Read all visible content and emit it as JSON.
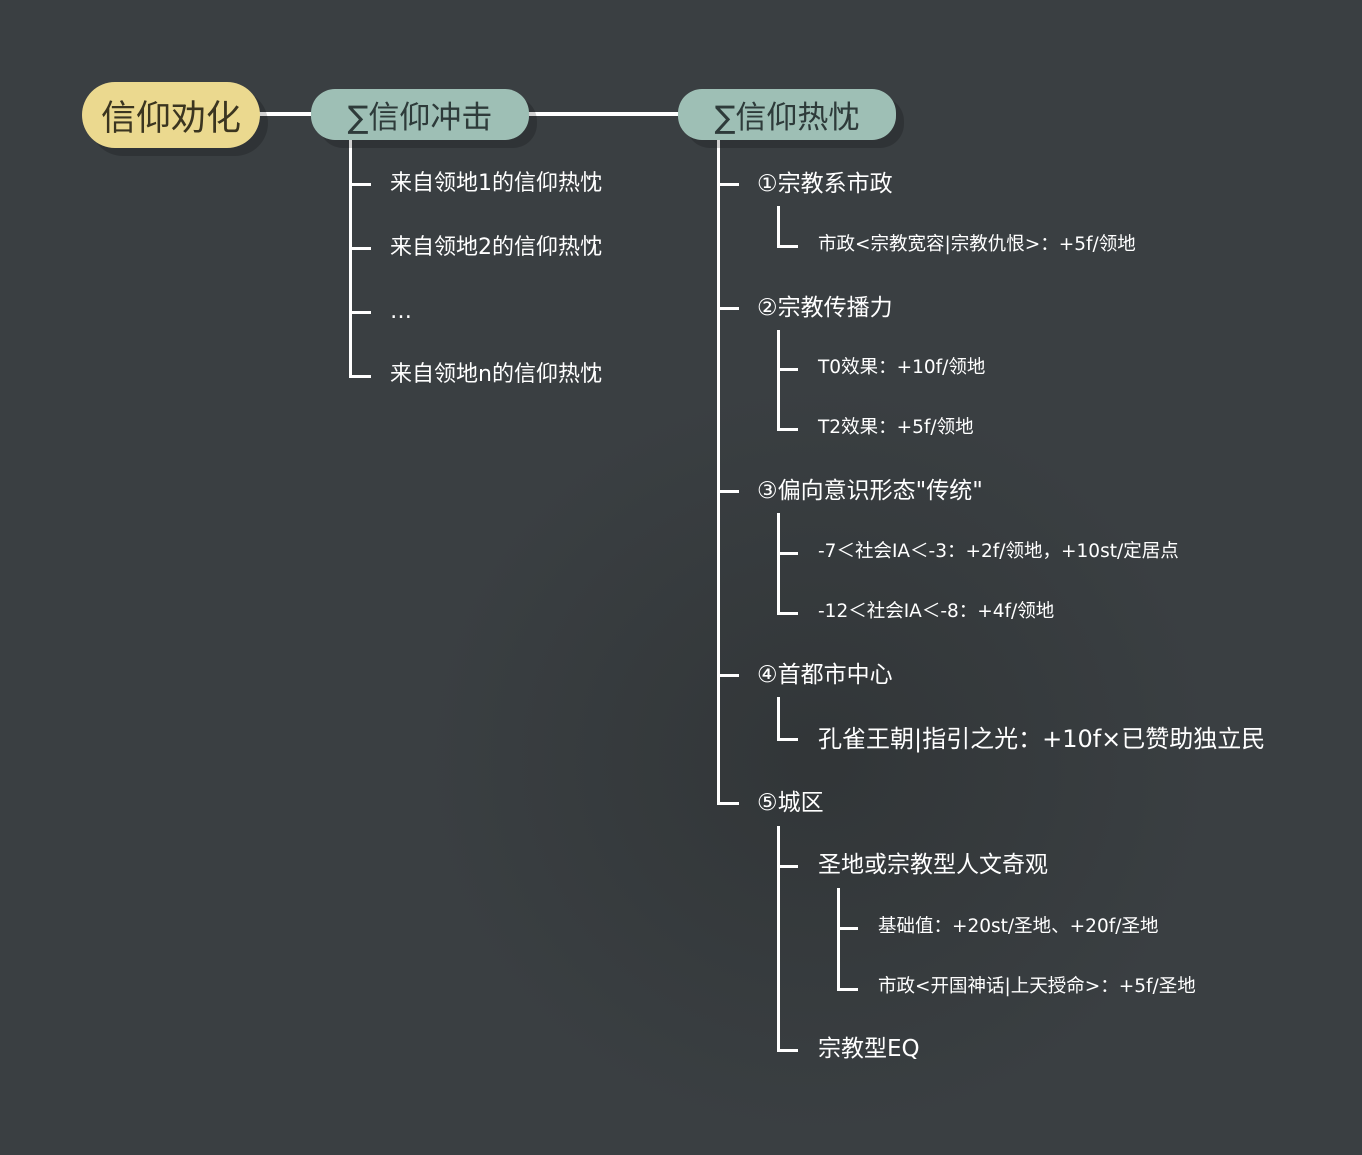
{
  "root": {
    "label": "信仰劝化"
  },
  "impact": {
    "label": "∑信仰冲击",
    "items": [
      "来自领地1的信仰热忱",
      "来自领地2的信仰热忱",
      "…",
      "来自领地n的信仰热忱"
    ]
  },
  "zeal": {
    "label": "∑信仰热忱",
    "sections": [
      {
        "label": "①宗教系市政",
        "items": [
          "市政<宗教宽容|宗教仇恨>：+5f/领地"
        ]
      },
      {
        "label": "②宗教传播力",
        "items": [
          "T0效果：+10f/领地",
          "T2效果：+5f/领地"
        ]
      },
      {
        "label": "③偏向意识形态\"传统\"",
        "items": [
          "-7＜社会IA＜-3：+2f/领地，+10st/定居点",
          "-12＜社会IA＜-8：+4f/领地"
        ]
      },
      {
        "label": "④首都市中心",
        "items": [
          "孔雀王朝|指引之光：+10f×已赞助独立民"
        ]
      },
      {
        "label": "⑤城区",
        "items": [
          "圣地或宗教型人文奇观",
          "宗教型EQ"
        ],
        "subitems": [
          "基础值：+20st/圣地、+20f/圣地",
          "市政<开国神话|上天授命>：+5f/圣地"
        ]
      }
    ]
  }
}
